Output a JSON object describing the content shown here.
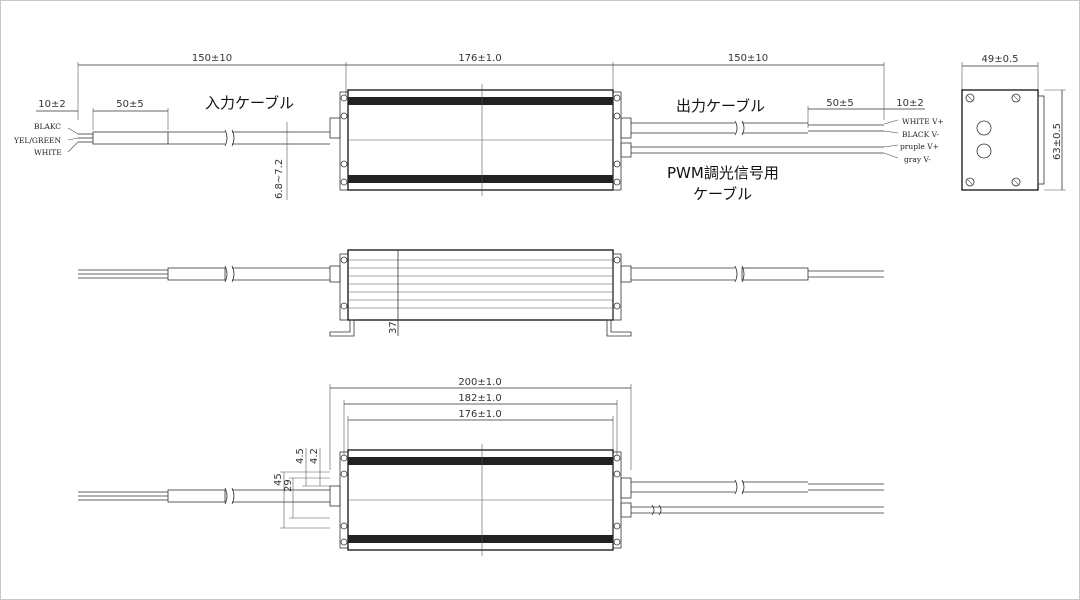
{
  "labels": {
    "input_cable": "入力ケーブル",
    "output_cable": "出力ケーブル",
    "pwm_cable_line1": "PWM調光信号用",
    "pwm_cable_line2": "ケーブル"
  },
  "dimensions": {
    "top": {
      "left_cable": "150±10",
      "body": "176±1.0",
      "right_cable": "150±10",
      "left_strip": "10±2",
      "left_jacket": "50±5",
      "right_jacket": "50±5",
      "right_strip": "10±2",
      "cable_dia": "6.8~7.2"
    },
    "end_view": {
      "width": "49±0.5",
      "height": "63±0.5"
    },
    "side": {
      "height": "37"
    },
    "bottom": {
      "overall": "200±1.0",
      "mount": "182±1.0",
      "body": "176±1.0",
      "h45": "45",
      "h29": "29",
      "h45b": "4.5",
      "h42": "4.2"
    }
  },
  "wires": {
    "input": [
      "BLAKC",
      "YEL/GREEN",
      "WHITE"
    ],
    "output": [
      "WHITE V+",
      "BLACK V-",
      "pruple V+",
      "gray V-"
    ]
  }
}
